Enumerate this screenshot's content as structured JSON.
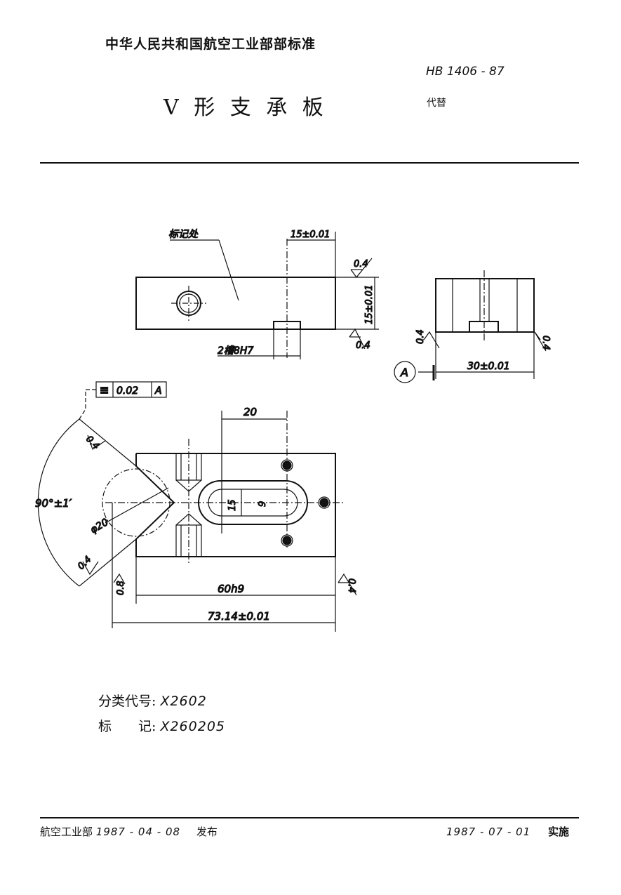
{
  "header": {
    "org": "中华人民共和国航空工业部部标准",
    "standard_no": "HB 1406 - 87",
    "title": "V 形 支 承 板",
    "replaces": "代替"
  },
  "drawing": {
    "labels": {
      "mark_location": "标记处",
      "dim_15_pm": "15±0.01",
      "roughness_04_a": "0.4",
      "dim_15_vertical": "15±0.01",
      "roughness_04_b": "0.4",
      "slot_spec": "2槽8H7",
      "roughness_04_side_left": "0.4",
      "roughness_04_side_right": "0.4",
      "datum_a": "A",
      "dim_30": "30±0.01",
      "tolerance_symbol": "≡",
      "tolerance_value": "0.02",
      "tolerance_datum": "A",
      "dim_20": "20",
      "roughness_04_v_top": "0.4",
      "angle": "90°±1′",
      "dim_phi20": "φ20",
      "dim_15_slot": "15",
      "dim_9_slot": "9",
      "roughness_04_v_bot": "0.4",
      "roughness_08": "0.8",
      "dim_60h9": "60h9",
      "roughness_04_right": "0.4",
      "dim_7314": "73.14±0.01"
    }
  },
  "classification": {
    "code_label": "分类代号:",
    "code_value": "X2602",
    "mark_label": "标　　记:",
    "mark_value": "X260205"
  },
  "footer": {
    "issuer": "航空工业部",
    "issue_date": "1987 - 04 - 08",
    "issue_word": "发布",
    "effective_date": "1987 - 07 - 01",
    "effective_word": "实施"
  }
}
